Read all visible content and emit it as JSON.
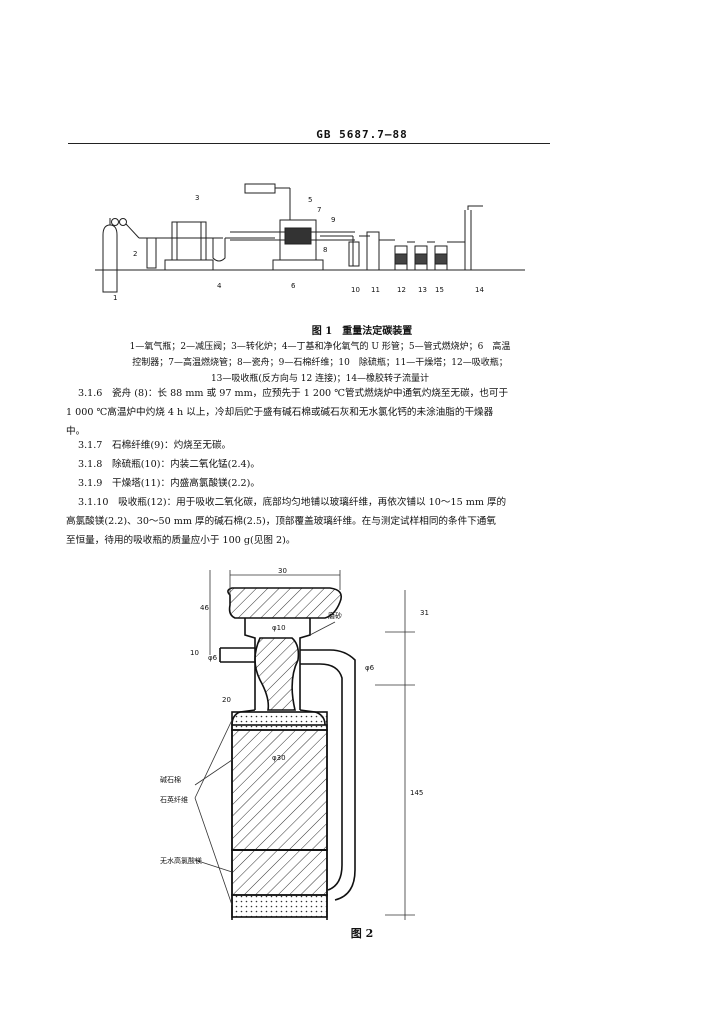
{
  "header": {
    "standard_code": "GB 5687.7—88"
  },
  "figure1": {
    "callouts": [
      "1",
      "3",
      "5",
      "7",
      "4",
      "6",
      "8",
      "10",
      "11",
      "12",
      "13",
      "15",
      "14",
      "2",
      "9"
    ],
    "caption": "图 1　重量法定碳装置",
    "legend": [
      "1—氧气瓶；2—减压阀；3—转化炉；4—丁基和净化氧气的 U 形管；5—管式燃烧炉；6　高温",
      "控制器；7—高温燃烧管；8—瓷舟；9—石棉纤维；10　除硫瓶；11—干燥塔；12—吸收瓶；",
      "13—吸收瓶(反方向与 12 连接)；14—橡胶转子流量计"
    ]
  },
  "section": {
    "paragraphs": [
      {
        "num": "3.1.6",
        "lines": [
          "瓷舟 (8)：长 88 mm 或 97 mm，应预先于 1 200 ℃管式燃烧炉中通氧灼烧至无碳，也可于",
          "1 000 ℃高温炉中灼烧 4 h 以上，冷却后贮于盛有碱石棉或碱石灰和无水氯化钙的未涂油脂的干燥器",
          "中。"
        ]
      },
      {
        "num": "3.1.7",
        "lines": [
          "石棉纤维(9)：灼烧至无碳。"
        ]
      },
      {
        "num": "3.1.8",
        "lines": [
          "除硫瓶(10)：内装二氧化锰(2.4)。"
        ]
      },
      {
        "num": "3.1.9",
        "lines": [
          "干燥塔(11)：内盛高氯酸镁(2.2)。"
        ]
      },
      {
        "num": "3.1.10",
        "lines": [
          "吸收瓶(12)：用于吸收二氧化碳，底部均匀地铺以玻璃纤维，再依次铺以 10～15 mm 厚的",
          "高氯酸镁(2.2)、30～50 mm 厚的碱石棉(2.5)，顶部覆盖玻璃纤维。在与测定试样相同的条件下通氧",
          "至恒量，待用的吸收瓶的质量应小于 100 g(见图 2)。"
        ]
      }
    ]
  },
  "figure2": {
    "dims": {
      "top_width": "30",
      "left_top": "46",
      "bore": "φ10",
      "left_mid": "10",
      "left_inlet": "φ6",
      "left_lower": "20",
      "right_outlet": "φ6",
      "right_top": "31",
      "body": "φ30",
      "right_height": "145"
    },
    "labels": {
      "ground_joint": "磨砂",
      "soda_asbestos": "碱石棉",
      "glass_fiber": "石英纤维",
      "perchlorate": "无水高氯酸镁"
    },
    "caption": "图 2"
  }
}
